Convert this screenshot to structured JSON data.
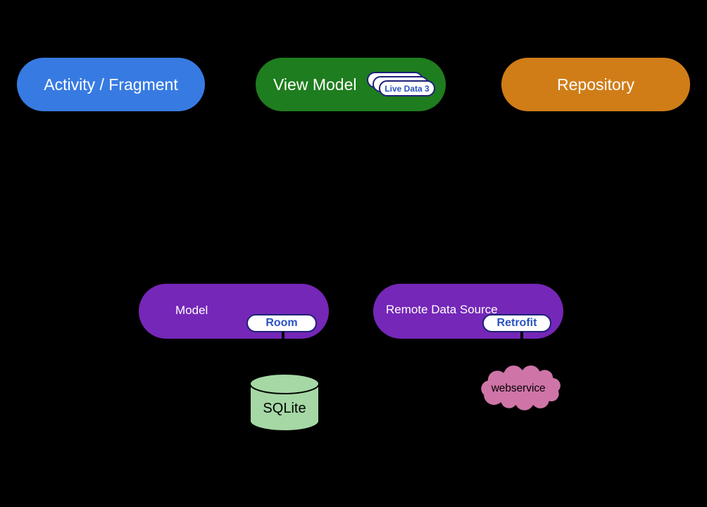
{
  "diagram": {
    "background_color": "#000000",
    "nodes": {
      "activity_fragment": {
        "label": "Activity / Fragment",
        "fill": "#377be2",
        "text_color": "#ffffff"
      },
      "view_model": {
        "label": "View Model",
        "fill": "#1e7d1e",
        "text_color": "#ffffff",
        "live_data_badge": {
          "label": "Live Data 3",
          "fill": "#ffffff",
          "border_color": "#1f2178",
          "text_color": "#2a52c2",
          "stack_count": 3
        }
      },
      "repository": {
        "label": "Repository",
        "fill": "#d07d18",
        "text_color": "#ffffff"
      },
      "model": {
        "label": "Model",
        "fill": "#7527b8",
        "text_color": "#ffffff",
        "room_badge": {
          "label": "Room",
          "fill": "#ffffff",
          "border_color": "#1f2178",
          "text_color": "#2a52c2"
        }
      },
      "remote_data_source": {
        "label": "Remote Data Source",
        "fill": "#7527b8",
        "text_color": "#ffffff",
        "retrofit_badge": {
          "label": "Retrofit",
          "fill": "#ffffff",
          "border_color": "#1f2178",
          "text_color": "#2a52c2"
        }
      },
      "sqlite": {
        "label": "SQLite",
        "shape": "cylinder",
        "fill": "#a5d8a5",
        "text_color": "#000000"
      },
      "webservice": {
        "label": "webservice",
        "shape": "cloud",
        "fill": "#cf74a7",
        "text_color": "#000000"
      }
    },
    "connectors": [
      {
        "from": "room_badge",
        "to": "sqlite",
        "color": "#000000"
      },
      {
        "from": "retrofit_badge",
        "to": "webservice",
        "color": "#000000"
      }
    ]
  }
}
